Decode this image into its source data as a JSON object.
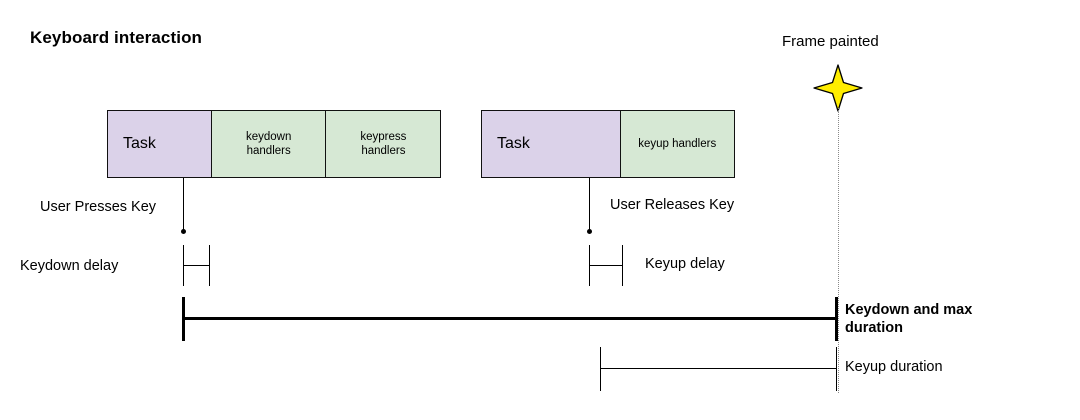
{
  "title": "Keyboard interaction",
  "colors": {
    "task_fill": "#dbd2e9",
    "handler_fill": "#d6e8d4",
    "stroke": "#000000",
    "star_fill": "#ffed00",
    "frame_line": "#8a8a8a"
  },
  "tracks": [
    {
      "name": "keydown-track",
      "cells": [
        {
          "label": "Task",
          "kind": "task"
        },
        {
          "label": "keydown\nhandlers",
          "line1": "keydown",
          "line2": "handlers",
          "kind": "handler"
        },
        {
          "label": "keypress\nhandlers",
          "line1": "keypress",
          "line2": "handlers",
          "kind": "handler"
        }
      ]
    },
    {
      "name": "keyup-track",
      "cells": [
        {
          "label": "Task",
          "kind": "task"
        },
        {
          "label": "keyup handlers",
          "line1": "keyup handlers",
          "line2": "",
          "kind": "handler"
        }
      ]
    }
  ],
  "events": [
    {
      "name": "user-presses-key",
      "label": "User Presses Key"
    },
    {
      "name": "user-releases-key",
      "label": "User Releases Key"
    }
  ],
  "frame": {
    "label": "Frame painted",
    "icon": "star-icon"
  },
  "measures": [
    {
      "name": "keydown-delay",
      "label": "Keydown delay"
    },
    {
      "name": "keyup-delay",
      "label": "Keyup delay"
    },
    {
      "name": "keydown-duration",
      "label": "Keydown and max duration",
      "line1": "Keydown and max",
      "line2": "duration",
      "emphasis": "bold"
    },
    {
      "name": "keyup-duration",
      "label": "Keyup duration",
      "emphasis": "normal"
    }
  ]
}
